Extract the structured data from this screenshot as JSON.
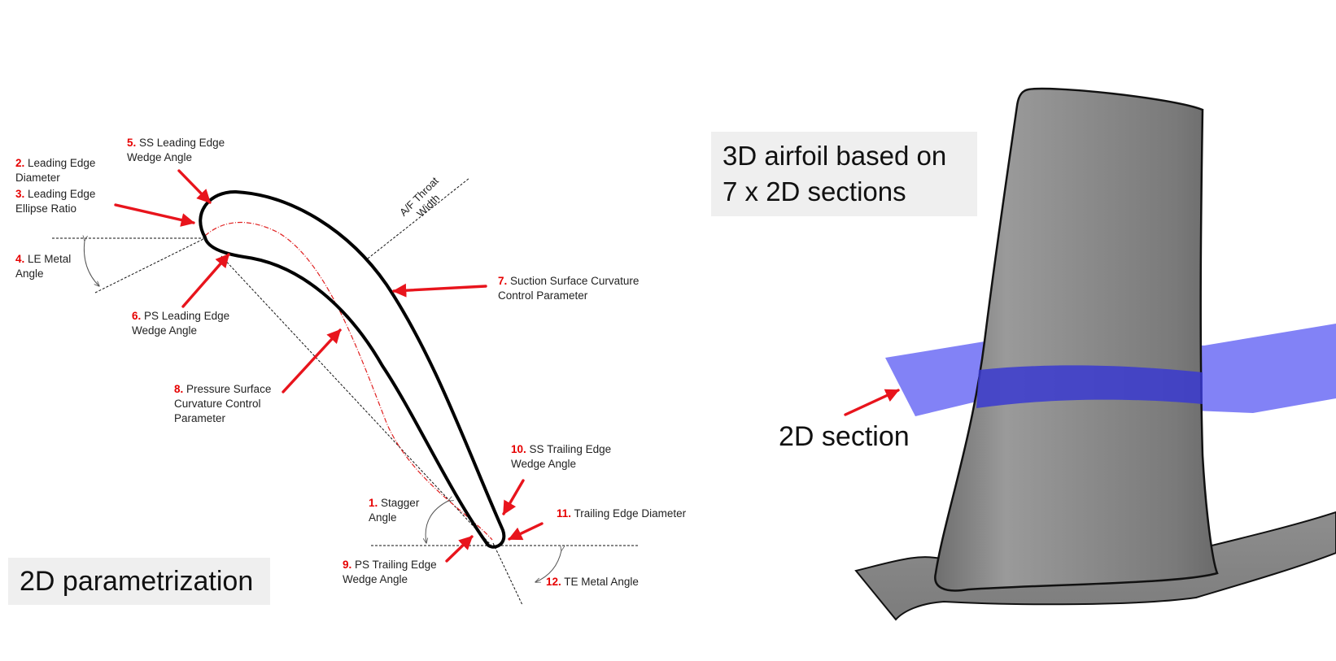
{
  "diagram": {
    "left_panel": {
      "title": "2D parametrization",
      "throat_label": [
        "A/F Throat",
        "Width"
      ],
      "parameters": [
        {
          "num": "1.",
          "lines": [
            "Stagger",
            "Angle"
          ]
        },
        {
          "num": "2.",
          "lines": [
            "Leading Edge",
            "Diameter"
          ]
        },
        {
          "num": "3.",
          "lines": [
            " Leading Edge",
            "Ellipse Ratio"
          ]
        },
        {
          "num": "4.",
          "lines": [
            "LE Metal",
            "Angle"
          ]
        },
        {
          "num": "5.",
          "lines": [
            "SS Leading Edge",
            "Wedge Angle"
          ]
        },
        {
          "num": "6.",
          "lines": [
            "PS Leading Edge",
            "Wedge Angle"
          ]
        },
        {
          "num": "7.",
          "lines": [
            "Suction Surface Curvature",
            "Control Parameter"
          ]
        },
        {
          "num": "8.",
          "lines": [
            "Pressure Surface",
            "Curvature Control",
            "Parameter"
          ]
        },
        {
          "num": "9.",
          "lines": [
            "PS Trailing Edge",
            "Wedge Angle"
          ]
        },
        {
          "num": "10.",
          "lines": [
            "SS Trailing Edge",
            "Wedge Angle"
          ]
        },
        {
          "num": "11.",
          "lines": [
            "Trailing Edge Diameter"
          ]
        },
        {
          "num": "12.",
          "lines": [
            "TE Metal Angle"
          ]
        }
      ]
    },
    "right_panel": {
      "title": [
        "3D airfoil based on",
        "7 x 2D sections"
      ],
      "section_label": "2D section"
    },
    "colors": {
      "arrow": "#e8141c",
      "number": "#e60000",
      "airfoil_stroke": "#000000",
      "camber_line": "#e02020",
      "blade_gray": "#8c8c8c",
      "section_plane": "#7b7bf5",
      "section_band": "#3a3ad0",
      "title_box": "#efefef"
    }
  }
}
